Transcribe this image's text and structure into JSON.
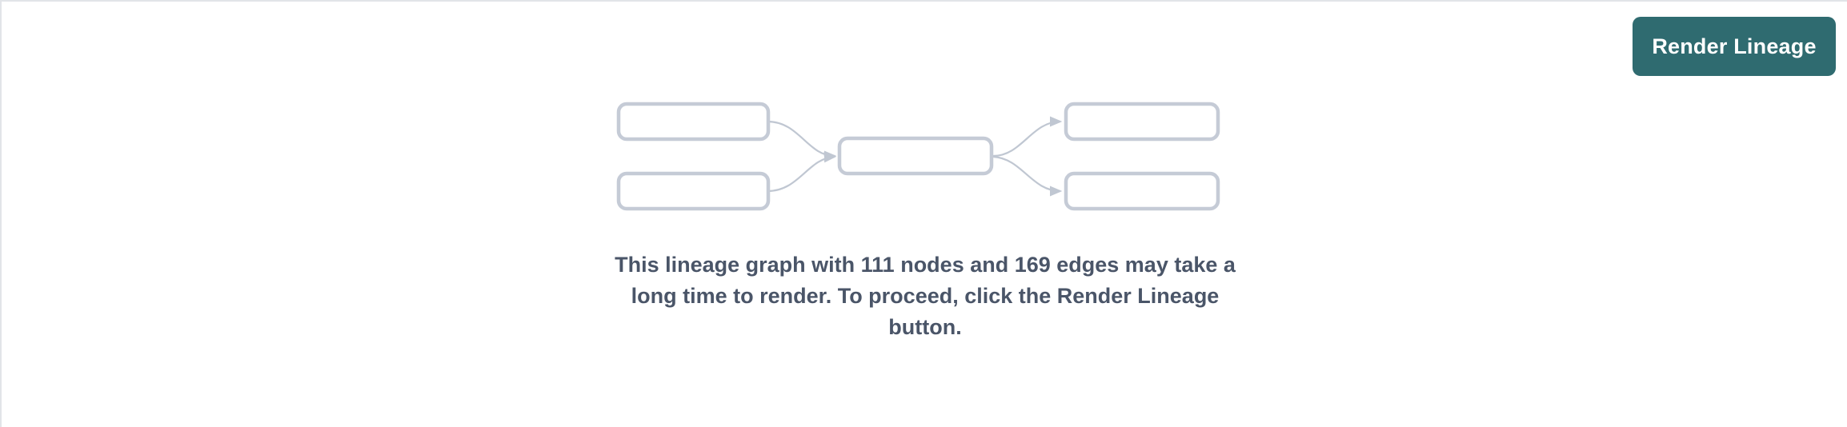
{
  "toolbar": {
    "render_button_label": "Render Lineage"
  },
  "empty_state": {
    "message": "This lineage graph with 111 nodes and 169 edges may take a long time to render. To proceed, click the Render Lineage button.",
    "node_count": 111,
    "edge_count": 169
  },
  "graph_placeholder": {
    "nodes": [
      {
        "id": "source-node-1",
        "label": ""
      },
      {
        "id": "source-node-2",
        "label": ""
      },
      {
        "id": "center-node",
        "label": ""
      },
      {
        "id": "target-node-1",
        "label": ""
      },
      {
        "id": "target-node-2",
        "label": ""
      }
    ],
    "edges": [
      {
        "from": "source-node-1",
        "to": "center-node"
      },
      {
        "from": "source-node-2",
        "to": "center-node"
      },
      {
        "from": "center-node",
        "to": "target-node-1"
      },
      {
        "from": "center-node",
        "to": "target-node-2"
      }
    ]
  },
  "colors": {
    "accent": "#2f6b70",
    "node_border": "#c5cbd6",
    "edge": "#c0c7d2",
    "text": "#4a5568",
    "panel_border": "#e2e4e8"
  }
}
